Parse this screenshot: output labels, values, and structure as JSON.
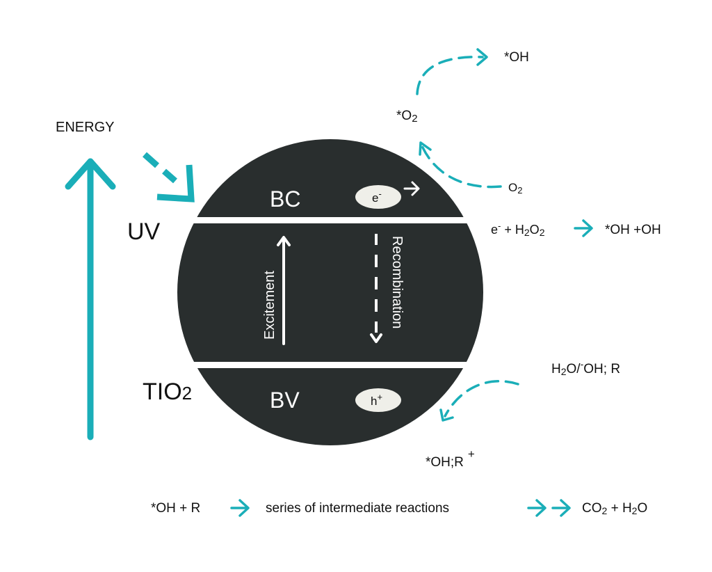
{
  "colors": {
    "accent": "#1aaeb8",
    "sphere": "#292e2e",
    "pill": "#efefe9",
    "text": "#111111"
  },
  "labels": {
    "energy": "ENERGY",
    "uv": "UV",
    "tio": "TIO",
    "tio_sub": "2",
    "bc": "BC",
    "bv": "BV",
    "excitement": "Excitement",
    "recombination": "Recombination",
    "electron": "e",
    "electron_sup": "-",
    "hole": "h",
    "hole_sup": "+"
  },
  "reactions": {
    "oh_top": "*OH",
    "o2_radical": "*O",
    "o2_radical_sub": "2",
    "o2": "O",
    "o2_sub": "2",
    "h2o2_e": "e",
    "h2o2_e_sup": "-",
    "h2o2_plus": " + H",
    "h2o2_sub1": "2",
    "h2o2_o": "O",
    "h2o2_sub2": "2",
    "h2o2_products": "*OH +OH",
    "water_h": "H",
    "water_sub": "2",
    "water_rest": "O/",
    "water_sup": "-",
    "water_end": "OH; R",
    "products_bottom": "*OH;R",
    "products_bottom_sup": "+"
  },
  "bottom_equation": {
    "left": "*OH + R",
    "middle": "series of intermediate reactions",
    "right_co": "CO",
    "right_sub1": "2",
    "right_mid": " + H",
    "right_sub2": "2",
    "right_o": "O"
  }
}
